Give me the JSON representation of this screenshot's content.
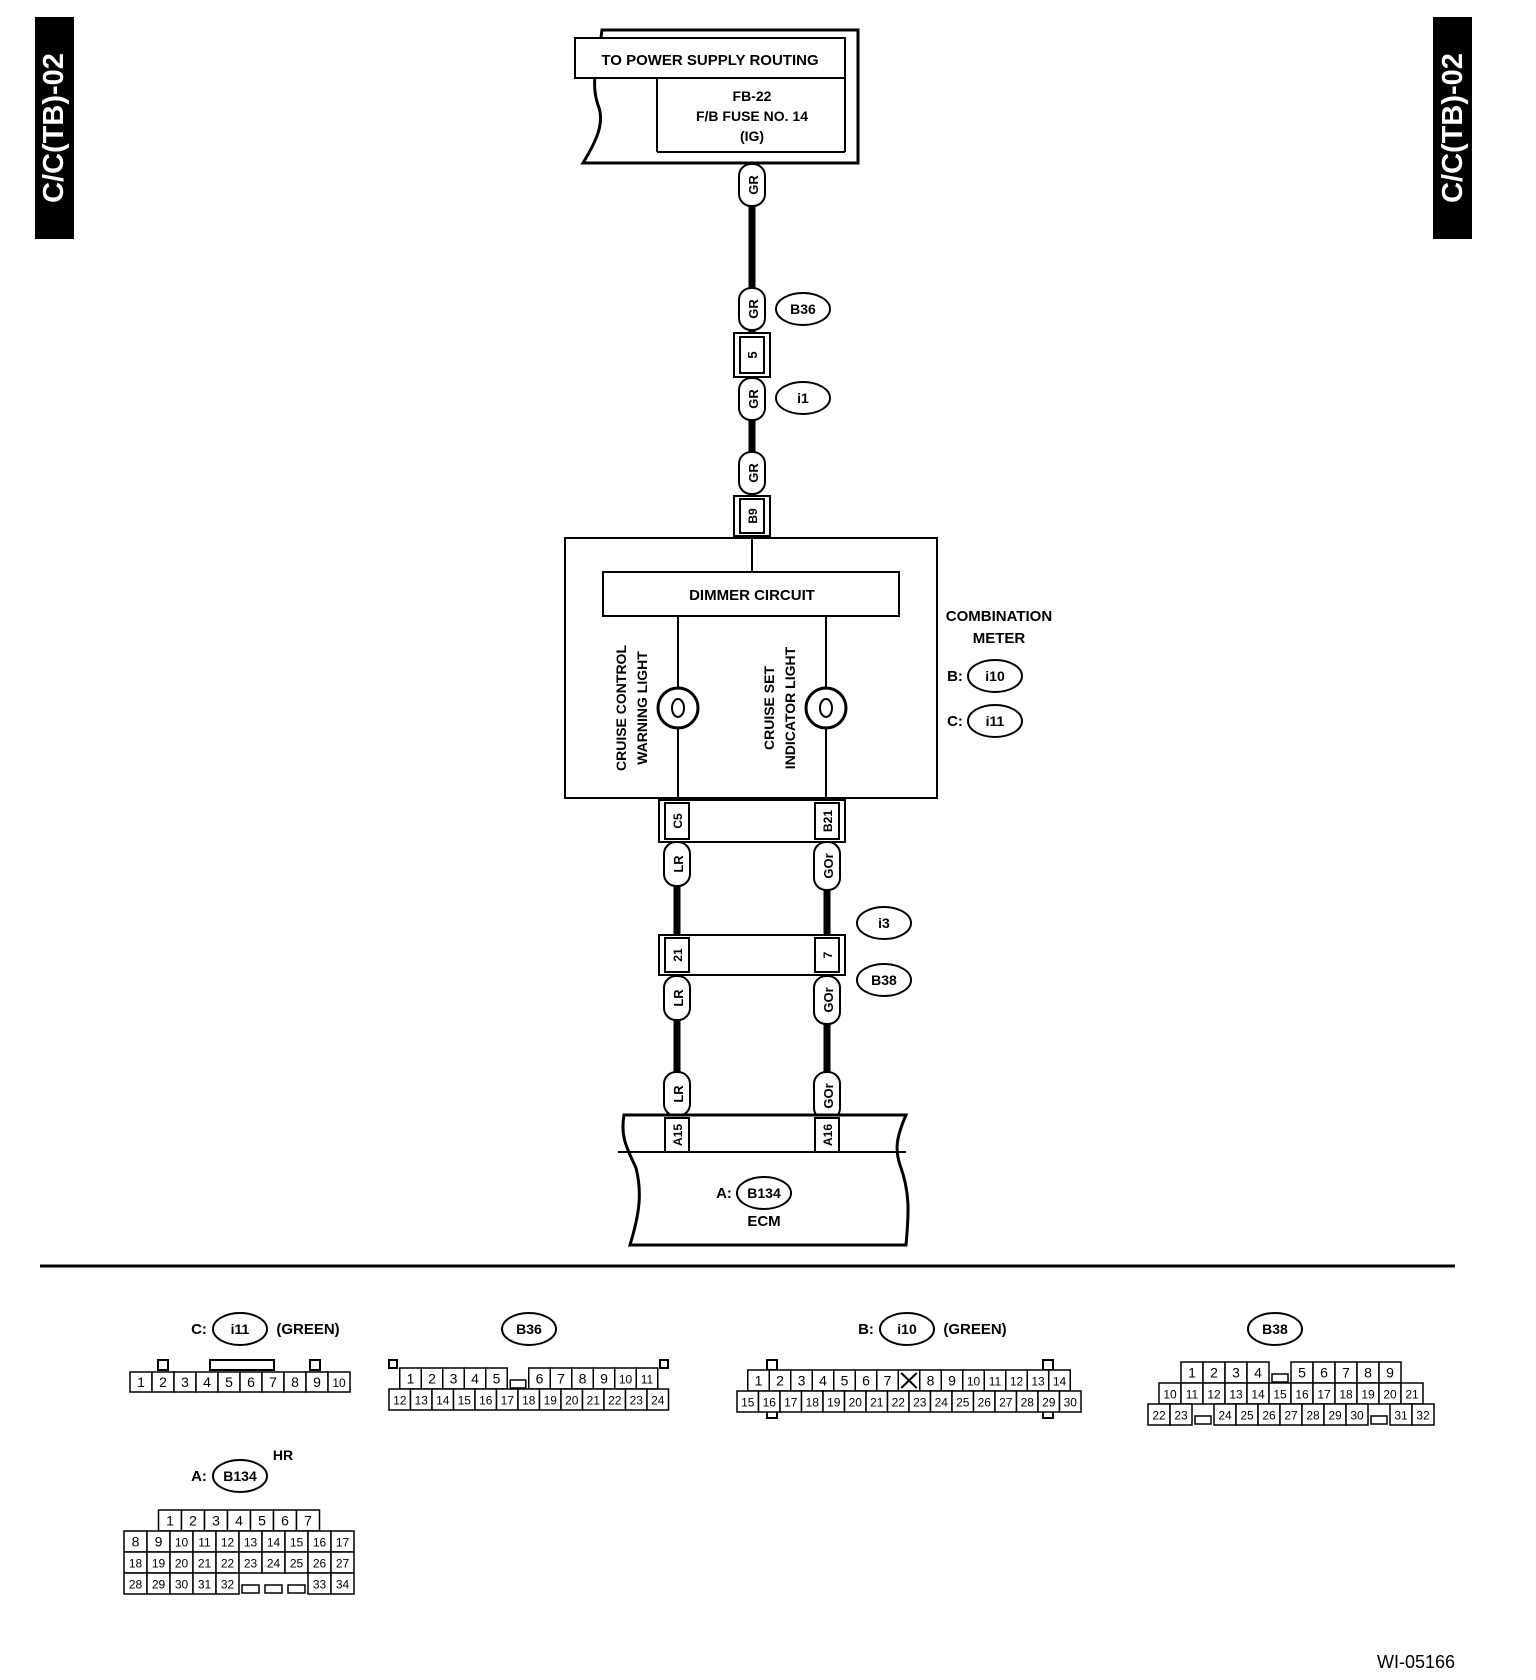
{
  "side_tab_left": "C/C(TB)-02",
  "side_tab_right": "C/C(TB)-02",
  "power_supply": {
    "title": "TO POWER SUPPLY ROUTING",
    "line1": "FB-22",
    "line2": "F/B FUSE NO. 14",
    "line3": "(IG)"
  },
  "wire_colors": {
    "gr": "GR",
    "lr": "LR",
    "gor": "GOr"
  },
  "connectors": {
    "b36": "B36",
    "i1": "i1",
    "i3": "i3",
    "b38": "B38",
    "i10": "i10",
    "i11": "i11",
    "b134": "B134"
  },
  "pins": {
    "b36_pin": "5",
    "meter_b9": "B9",
    "meter_c5": "C5",
    "meter_b21": "B21",
    "b38_21": "21",
    "b38_7": "7",
    "ecm_a15": "A15",
    "ecm_a16": "A16"
  },
  "combination_meter": {
    "dimmer": "DIMMER CIRCUIT",
    "lamp1_line1": "CRUISE CONTROL",
    "lamp1_line2": "WARNING LIGHT",
    "lamp2_line1": "CRUISE SET",
    "lamp2_line2": "INDICATOR LIGHT",
    "label_line1": "COMBINATION",
    "label_line2": "METER",
    "prefix_b": "B:",
    "prefix_c": "C:"
  },
  "ecm": {
    "prefix_a": "A:",
    "label": "ECM"
  },
  "connector_views": {
    "i11": {
      "prefix": "C:",
      "color": "(GREEN)",
      "rows": [
        [
          "1",
          "2",
          "3",
          "4",
          "5",
          "6",
          "7",
          "8",
          "9",
          "10"
        ]
      ]
    },
    "b36": {
      "rows": [
        [
          "1",
          "2",
          "3",
          "4",
          "5",
          "",
          "6",
          "7",
          "8",
          "9",
          "10",
          "11"
        ],
        [
          "12",
          "13",
          "14",
          "15",
          "16",
          "17",
          "18",
          "19",
          "20",
          "21",
          "22",
          "23",
          "24"
        ]
      ]
    },
    "i10": {
      "prefix": "B:",
      "color": "(GREEN)",
      "rows": [
        [
          "1",
          "2",
          "3",
          "4",
          "5",
          "6",
          "7",
          "X",
          "8",
          "9",
          "10",
          "11",
          "12",
          "13",
          "14"
        ],
        [
          "15",
          "16",
          "17",
          "18",
          "19",
          "20",
          "21",
          "22",
          "23",
          "24",
          "25",
          "26",
          "27",
          "28",
          "29",
          "30"
        ]
      ]
    },
    "b38": {
      "rows": [
        [
          "1",
          "2",
          "3",
          "4",
          "",
          "5",
          "6",
          "7",
          "8",
          "9"
        ],
        [
          "10",
          "11",
          "12",
          "13",
          "14",
          "15",
          "16",
          "17",
          "18",
          "19",
          "20",
          "21"
        ],
        [
          "22",
          "23",
          "",
          "24",
          "25",
          "26",
          "27",
          "28",
          "29",
          "30",
          "",
          "31",
          "32"
        ]
      ]
    },
    "b134": {
      "prefix": "A:",
      "tag": "HR",
      "rows": [
        [
          "1",
          "2",
          "3",
          "4",
          "5",
          "6",
          "7"
        ],
        [
          "8",
          "9",
          "10",
          "11",
          "12",
          "13",
          "14",
          "15",
          "16",
          "17"
        ],
        [
          "18",
          "19",
          "20",
          "21",
          "22",
          "23",
          "24",
          "25",
          "26",
          "27"
        ],
        [
          "28",
          "29",
          "30",
          "31",
          "32",
          "",
          "",
          "",
          "33",
          "34"
        ]
      ]
    }
  },
  "figure_id": "WI-05166"
}
